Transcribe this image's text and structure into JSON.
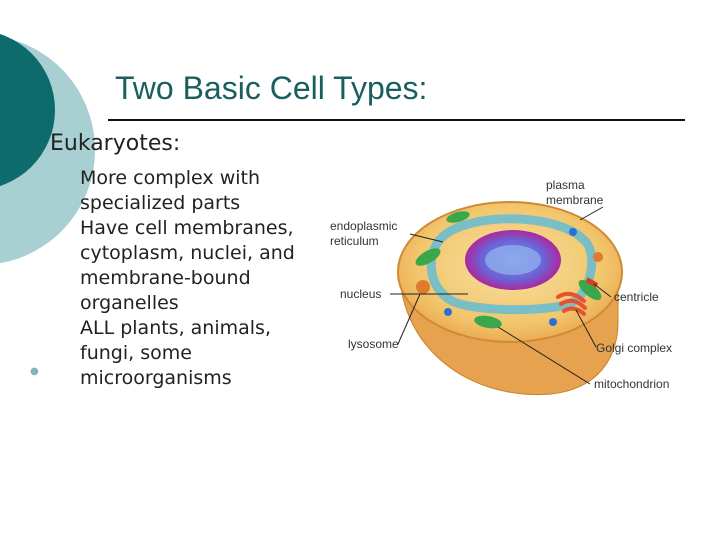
{
  "slide": {
    "title": "Two Basic Cell Types:",
    "heading": "Eukaryotes:",
    "bullets": [
      "More complex with specialized parts",
      "Have cell membranes, cytoplasm, nuclei, and membrane-bound organelles",
      "ALL plants, animals, fungi, some microorganisms"
    ]
  },
  "figure": {
    "labels": {
      "plasma_membrane": [
        "plasma",
        "membrane"
      ],
      "endoplasmic_reticulum": [
        "endoplasmic",
        "reticulum"
      ],
      "nucleus": "nucleus",
      "centricle": "centricle",
      "lysosome": "lysosome",
      "golgi_complex": "Golgi complex",
      "mitochondrion": "mitochondrion"
    }
  },
  "colors": {
    "title": "#1a5f5f",
    "theme_dark": "#0d6b6b",
    "theme_light": "#a8cfd1",
    "cytoplasm": "#f2c66c",
    "nucleus": "#c0178c"
  }
}
